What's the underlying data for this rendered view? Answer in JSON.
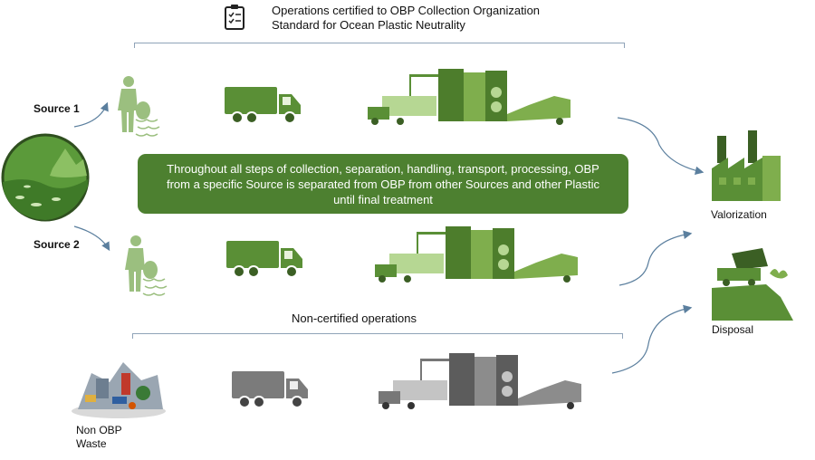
{
  "header": {
    "line1": "Operations certified to OBP Collection Organization",
    "line2": "Standard for Ocean Plastic Neutrality",
    "icon": "clipboard-checklist-icon"
  },
  "sources": [
    {
      "label": "Source 1"
    },
    {
      "label": "Source 2"
    }
  ],
  "banner": {
    "line1": "Throughout all steps of collection, separation, handling, transport, processing, OBP",
    "line2": "from a specific Source  is separated from OBP from other Sources and other Plastic",
    "line3": "until final treatment"
  },
  "noncertified": {
    "label": "Non-certified operations"
  },
  "outcomes": {
    "valorization": "Valorization",
    "disposal": "Disposal"
  },
  "waste": {
    "line1": "Non OBP",
    "line2": "Waste"
  },
  "colors": {
    "green": "#4d8030",
    "light_green": "#7fae4d",
    "gray": "#7b7b7b",
    "arrow": "#5b7f9e"
  }
}
